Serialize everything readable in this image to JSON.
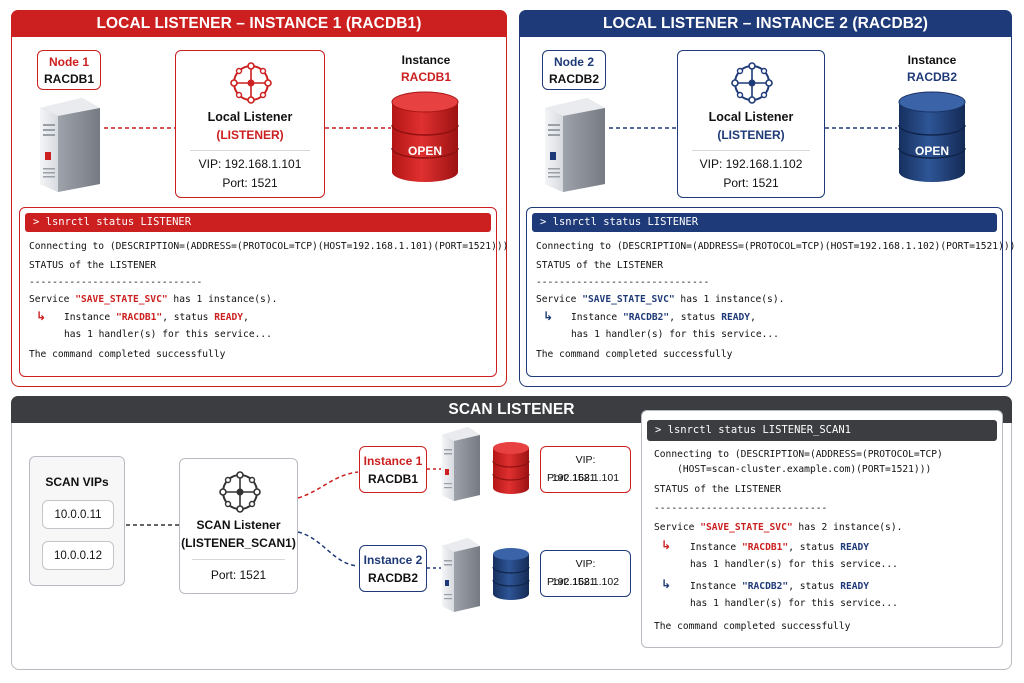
{
  "colors": {
    "red": "#cc1f1f",
    "navy": "#1f3a78",
    "dark": "#3b3d40",
    "gray_border": "#b8bcc2"
  },
  "panel1": {
    "title": "LOCAL LISTENER – INSTANCE 1 (RACDB1)",
    "node_label": "Node 1",
    "node_name": "RACDB1",
    "listener_title": "Local Listener",
    "listener_name": "(LISTENER)",
    "vip": "VIP: 192.168.1.101",
    "port": "Port: 1521",
    "instance_label": "Instance",
    "instance_name": "RACDB1",
    "db_state": "OPEN",
    "terminal": {
      "command": "> lsnrctl status LISTENER",
      "connecting": "Connecting to (DESCRIPTION=(ADDRESS=(PROTOCOL=TCP)(HOST=192.168.1.101)(PORT=1521)))",
      "status_of": "STATUS of the LISTENER",
      "divider": "------------------------------",
      "service_prefix": "Service ",
      "service_name": "\"SAVE_STATE_SVC\"",
      "service_suffix": " has 1 instance(s).",
      "instance_prefix": "Instance ",
      "instance_name": "\"RACDB1\"",
      "status_prefix": ", status ",
      "status": "READY",
      "status_suffix": ",",
      "handler": "has 1 handler(s) for this service...",
      "completed": "The command completed successfully"
    }
  },
  "panel2": {
    "title": "LOCAL LISTENER – INSTANCE 2 (RACDB2)",
    "node_label": "Node 2",
    "node_name": "RACDB2",
    "listener_title": "Local Listener",
    "listener_name": "(LISTENER)",
    "vip": "VIP: 192.168.1.102",
    "port": "Port: 1521",
    "instance_label": "Instance",
    "instance_name": "RACDB2",
    "db_state": "OPEN",
    "terminal": {
      "command": "> lsnrctl status LISTENER",
      "connecting": "Connecting to (DESCRIPTION=(ADDRESS=(PROTOCOL=TCP)(HOST=192.168.1.102)(PORT=1521)))",
      "status_of": "STATUS of the LISTENER",
      "divider": "------------------------------",
      "service_prefix": "Service ",
      "service_name": "\"SAVE_STATE_SVC\"",
      "service_suffix": " has 1 instance(s).",
      "instance_prefix": "Instance ",
      "instance_name": "\"RACDB2\"",
      "status_prefix": ", status ",
      "status": "READY",
      "status_suffix": ",",
      "handler": "has 1 handler(s) for this service...",
      "completed": "The command completed successfully"
    }
  },
  "scan": {
    "title": "SCAN LISTENER",
    "vips_title": "SCAN VIPs",
    "vips": [
      "10.0.0.11",
      "10.0.0.12"
    ],
    "listener_title": "SCAN Listener",
    "listener_name": "(LISTENER_SCAN1)",
    "port": "Port: 1521",
    "instance1_label": "Instance 1",
    "instance1_name": "RACDB1",
    "instance2_label": "Instance 2",
    "instance2_name": "RACDB2",
    "vip1": "VIP: 192.168.1.101",
    "port1": "Port: 1521",
    "vip2": "VIP: 192.168.1.102",
    "port2": "Port: 1521",
    "terminal": {
      "command": "> lsnrctl status LISTENER_SCAN1",
      "connecting1": "Connecting to (DESCRIPTION=(ADDRESS=(PROTOCOL=TCP)",
      "connecting2": "    (HOST=scan-cluster.example.com)(PORT=1521)))",
      "status_of": "STATUS of the LISTENER",
      "divider": "------------------------------",
      "service_prefix": "Service ",
      "service_name": "\"SAVE_STATE_SVC\"",
      "service_suffix": " has 2 instance(s).",
      "inst1_prefix": "Instance ",
      "inst1_name": "\"RACDB1\"",
      "inst2_prefix": "Instance ",
      "inst2_name": "\"RACDB2\"",
      "status_prefix": ", status ",
      "status": "READY",
      "handler": "has 1 handler(s) for this service...",
      "completed": "The command completed successfully"
    }
  }
}
